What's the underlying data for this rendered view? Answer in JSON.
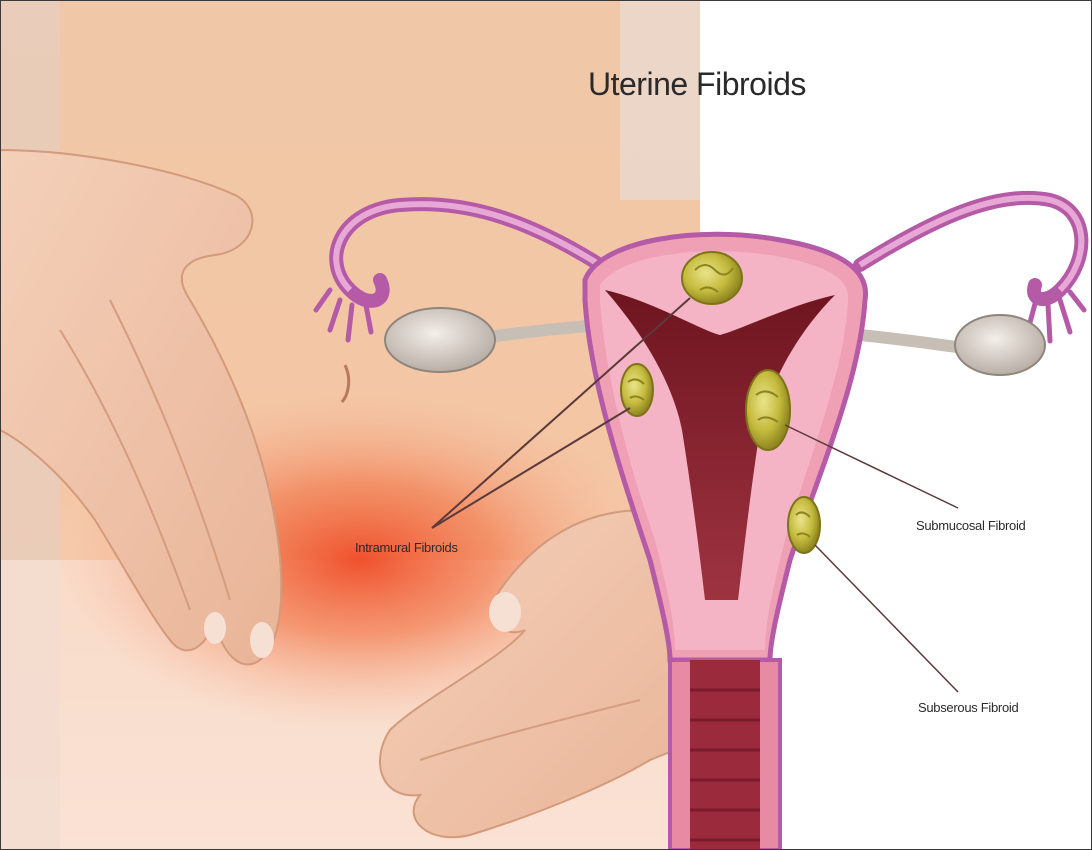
{
  "figure": {
    "title": "Uterine Fibroids",
    "labels": {
      "intramural": "Intramural Fibroids",
      "submucosal": "Submucosal Fibroid",
      "subserous": "Subserous Fibroid"
    }
  },
  "colors": {
    "skin": "#f2c7a6",
    "inflammation": "#f26a3d",
    "uterus_wall": "#f08aa8",
    "uterus_outline": "#b45aa6",
    "cavity": "#8b2430",
    "fibroid": "#c6bf4d",
    "ovary": "#d9d2c9",
    "background": "#ffffff"
  }
}
